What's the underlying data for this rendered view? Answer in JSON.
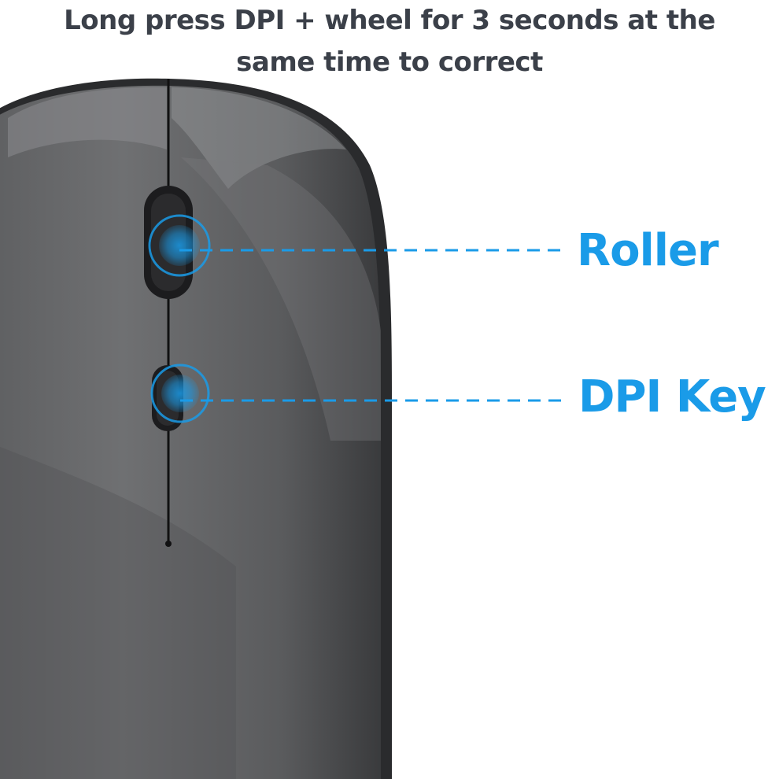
{
  "headline": {
    "line1": "Long press DPI + wheel for 3 seconds at the",
    "line2": "same time to correct"
  },
  "callouts": {
    "roller_label": "Roller",
    "dpi_label": "DPI Key"
  },
  "colors": {
    "accent": "#1a9be8",
    "headline_text": "#3b4049",
    "mouse_body": "#6b6c6e",
    "mouse_edge": "#2a2b2d"
  }
}
